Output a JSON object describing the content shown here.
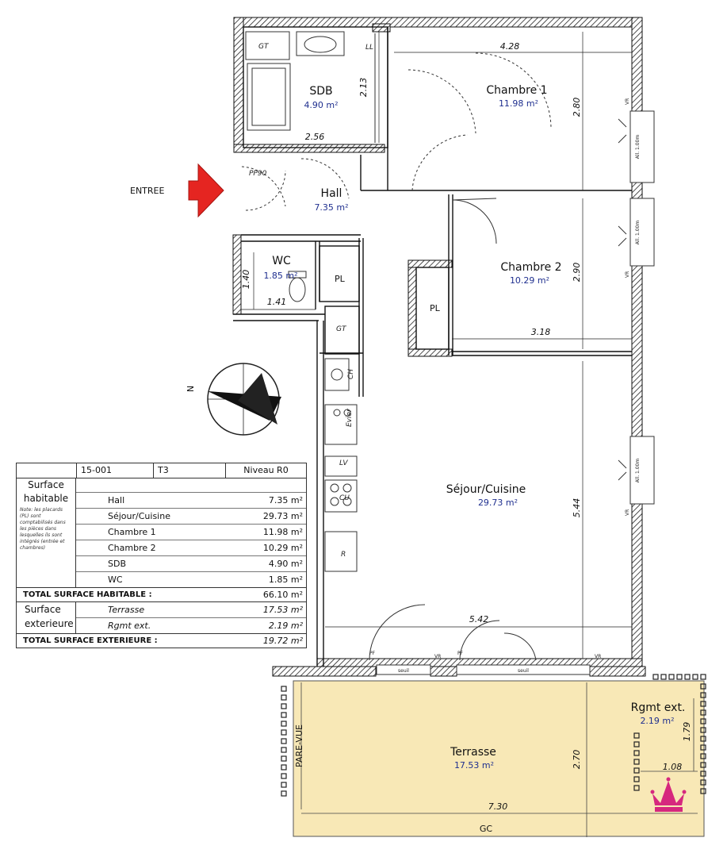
{
  "entrance": {
    "label": "ENTREE",
    "door_code": "PP90"
  },
  "rooms": [
    {
      "id": "sdb",
      "name": "SDB",
      "area": "4.90 m²"
    },
    {
      "id": "chambre1",
      "name": "Chambre 1",
      "area": "11.98 m²"
    },
    {
      "id": "hall",
      "name": "Hall",
      "area": "7.35 m²"
    },
    {
      "id": "wc",
      "name": "WC",
      "area": "1.85 m²"
    },
    {
      "id": "chambre2",
      "name": "Chambre 2",
      "area": "10.29 m²"
    },
    {
      "id": "sejour",
      "name": "Séjour/Cuisine",
      "area": "29.73 m²"
    },
    {
      "id": "terrasse",
      "name": "Terrasse",
      "area": "17.53 m²"
    },
    {
      "id": "rgmt",
      "name": "Rgmt ext.",
      "area": "2.19 m²"
    }
  ],
  "dimensions": {
    "chambre1_width": "4.28",
    "chambre1_depth": "2.80",
    "sdb_depth": "2.13",
    "sdb_width": "2.56",
    "wc_depth": "1.40",
    "wc_width": "1.41",
    "chambre2_depth": "2.90",
    "chambre2_width": "3.18",
    "sejour_depth": "5.44",
    "sejour_width": "5.42",
    "terrasse_depth": "2.70",
    "terrasse_width": "7.30",
    "rgmt_depth": "1.79",
    "rgmt_width": "1.08"
  },
  "fixtures": {
    "gt": "GT",
    "ll": "LL",
    "pl": "PL",
    "ch": "CH",
    "evier": "Evier",
    "lv": "LV",
    "cu": "CU",
    "r": "R",
    "vr": "VR",
    "pf": "PF",
    "seuil": "seuil",
    "window_note": "All. 1.00m"
  },
  "terrace_labels": {
    "pare_vue": "PARE-VUE",
    "gc": "GC"
  },
  "compass": {
    "letter": "N"
  },
  "colors": {
    "terrace_fill": "#f8e8b6",
    "arrow": "#e52521",
    "area_text": "#1f2f8f",
    "crown": "#d6287e"
  },
  "summary": {
    "lot": "15-001",
    "type": "T3",
    "level": "Niveau R0",
    "habitable_title": "Surface habitable",
    "note": "Note: les placards (PL) sont comptabilisés dans les pièces dans lesquelles ils sont intégrés (entrée et chambres)",
    "habitable_rows": [
      {
        "name": "Hall",
        "value": "7.35 m²"
      },
      {
        "name": "Séjour/Cuisine",
        "value": "29.73 m²"
      },
      {
        "name": "Chambre 1",
        "value": "11.98 m²"
      },
      {
        "name": "Chambre 2",
        "value": "10.29 m²"
      },
      {
        "name": "SDB",
        "value": "4.90 m²"
      },
      {
        "name": "WC",
        "value": "1.85 m²"
      }
    ],
    "total_habitable_label": "TOTAL SURFACE HABITABLE :",
    "total_habitable_value": "66.10 m²",
    "exterior_title": "Surface exterieure",
    "exterior_rows": [
      {
        "name": "Terrasse",
        "value": "17.53 m²"
      },
      {
        "name": "Rgmt ext.",
        "value": "2.19 m²"
      }
    ],
    "total_exterior_label": "TOTAL SURFACE EXTERIEURE :",
    "total_exterior_value": "19.72 m²"
  }
}
